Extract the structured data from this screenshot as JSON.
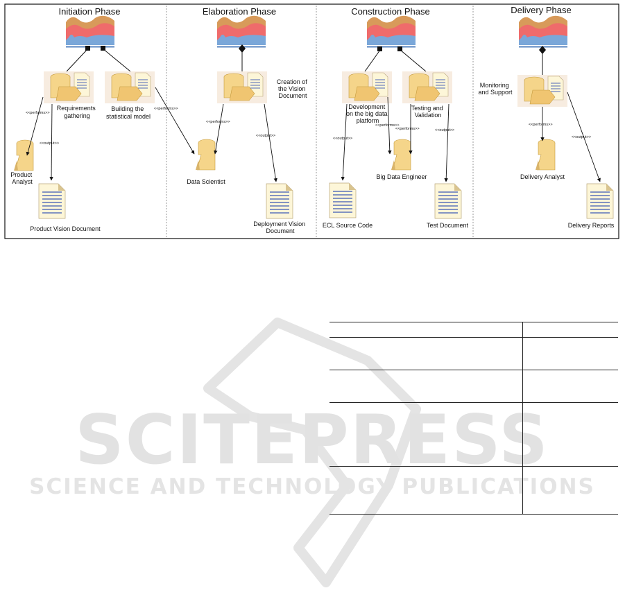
{
  "phases": [
    {
      "title": "Initiation Phase"
    },
    {
      "title": "Elaboration Phase"
    },
    {
      "title": "Construction Phase"
    },
    {
      "title": "Delivery Phase"
    }
  ],
  "activities": {
    "requirements": "Requirements gathering",
    "requirements_l1": "Requirements",
    "requirements_l2": "gathering",
    "statistical_l1": "Building the",
    "statistical_l2": "statistical model",
    "vision_l1": "Creation of",
    "vision_l2": "the Vision",
    "vision_l3": "Document",
    "development_l1": "Development",
    "development_l2": "on the big data",
    "development_l3": "platform",
    "testing_l1": "Testing and",
    "testing_l2": "Validation",
    "monitoring_l1": "Monitoring",
    "monitoring_l2": "and Support"
  },
  "roles": {
    "product_analyst_l1": "Product",
    "product_analyst_l2": "Analyst",
    "data_scientist": "Data Scientist",
    "big_data_engineer": "Big Data Engineer",
    "delivery_analyst": "Delivery Analyst"
  },
  "artifacts": {
    "product_vision": "Product Vision Document",
    "deployment_l1": "Deployment Vision",
    "deployment_l2": "Document",
    "ecl_source": "ECL Source Code",
    "test_document": "Test Document",
    "delivery_reports": "Delivery Reports"
  },
  "stereotypes": {
    "performs": "<<performs>>",
    "output": "<<output>>"
  },
  "watermark": {
    "main": "SCITEPRESS",
    "sub": "SCIENCE AND TECHNOLOGY PUBLICATIONS"
  },
  "colors": {
    "phase_red": "#ef6b6b",
    "phase_orange": "#d89a5a",
    "phase_blue": "#7aa7d9",
    "task_fill": "#f5d58a",
    "task_bg": "#f7ece0",
    "doc_line": "#3b58b5",
    "doc_fill": "#fdf6d8"
  }
}
